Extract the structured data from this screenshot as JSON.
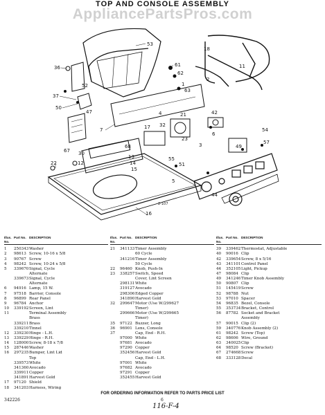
{
  "header": {
    "title": "TOP AND CONSOLE ASSEMBLY",
    "watermark": "AppliancePartsPros.com"
  },
  "diagram": {
    "callouts": [
      {
        "label": "53"
      },
      {
        "label": "36"
      },
      {
        "label": "52"
      },
      {
        "label": "37"
      },
      {
        "label": "50"
      },
      {
        "label": "47"
      },
      {
        "label": "61"
      },
      {
        "label": "62"
      },
      {
        "label": "63"
      },
      {
        "label": "18"
      },
      {
        "label": "11"
      },
      {
        "label": "2"
      },
      {
        "label": "1"
      },
      {
        "label": "7"
      },
      {
        "label": "21"
      },
      {
        "label": "42"
      },
      {
        "label": "17"
      },
      {
        "label": "23"
      },
      {
        "label": "68"
      },
      {
        "label": "67"
      },
      {
        "label": "30"
      },
      {
        "label": "12"
      },
      {
        "label": "13"
      },
      {
        "label": "14"
      },
      {
        "label": "15"
      },
      {
        "label": "22"
      },
      {
        "label": "54"
      },
      {
        "label": "57"
      },
      {
        "label": "49"
      },
      {
        "label": "55"
      },
      {
        "label": "51"
      },
      {
        "label": "44"
      },
      {
        "label": "16"
      },
      {
        "label": "32"
      },
      {
        "label": "4"
      },
      {
        "label": "5"
      },
      {
        "label": "3"
      },
      {
        "label": "6"
      }
    ],
    "fig_code": "2-107"
  },
  "table_headers": {
    "illus_no": "Illus. No.",
    "part_no": "Part No.",
    "description": "DESCRIPTION"
  },
  "parts_columns": [
    [
      [
        "1",
        "250343",
        "Washer"
      ],
      [
        "2",
        "98613",
        "Screw, 10-16 x 5/8"
      ],
      [
        "3",
        "90767",
        "Screw"
      ],
      [
        "4",
        "98242",
        "Screw, 10-24 x 5/8"
      ],
      [
        "5",
        "339670",
        "Signal, Cycle"
      ],
      [
        "",
        "",
        "Alternate"
      ],
      [
        "",
        "339673",
        "Signal, Cycle"
      ],
      [
        "",
        "",
        "Alternate"
      ],
      [
        "6",
        "94916",
        "Lamp, 15 W."
      ],
      [
        "7",
        "97518",
        "Barrier, Console"
      ],
      [
        "8",
        "96899",
        "Rear Panel"
      ],
      [
        "9",
        "96784",
        "Anchor"
      ],
      [
        "10",
        "339192",
        "Screen, Lint"
      ],
      [
        "11",
        "",
        "Terminal Assembly"
      ],
      [
        "",
        "",
        "Brass"
      ],
      [
        "",
        "339211",
        "Brass"
      ],
      [
        "",
        "339210",
        "Tinnel"
      ],
      [
        "12",
        "339230",
        "Hinge - L.H."
      ],
      [
        "13",
        "339229",
        "Hinge - R.H."
      ],
      [
        "14",
        "128000",
        "Screw, 8-18 x 7/8"
      ],
      [
        "15",
        "287446",
        "Washer"
      ],
      [
        "16",
        "297235",
        "Bumper, Lint Lid"
      ],
      [
        "",
        "",
        "Top"
      ],
      [
        "",
        "339573",
        "White"
      ],
      [
        "",
        "341360",
        "Avocado"
      ],
      [
        "",
        "339911",
        "Copper"
      ],
      [
        "",
        "341891",
        "Harvest Gold"
      ],
      [
        "17",
        "97120",
        "Shield"
      ],
      [
        "18",
        "341203",
        "Harness, Wiring"
      ]
    ],
    [
      [
        "21",
        "341133",
        "Timer Assembly"
      ],
      [
        "",
        "",
        "60 Cycle"
      ],
      [
        "",
        "341216",
        "Timer Assembly"
      ],
      [
        "",
        "",
        "50 Cycle"
      ],
      [
        "22",
        "96460",
        "Knob, Push-In"
      ],
      [
        "23",
        "338257",
        "Switch, Speed"
      ],
      [
        "",
        "",
        "Cover, Lint Screen"
      ],
      [
        "",
        "298131",
        "White"
      ],
      [
        "",
        "319127",
        "Avocado"
      ],
      [
        "",
        "298306",
        "Edged Copper"
      ],
      [
        "",
        "341890",
        "Harvest Gold"
      ],
      [
        "32",
        "299647",
        "Motor (Use W/299627"
      ],
      [
        "",
        "",
        "Timer)"
      ],
      [
        "",
        "299666",
        "Motor (Use W/299665"
      ],
      [
        "",
        "",
        "Timer)"
      ],
      [
        "35",
        "97122",
        "Buzzer, Long"
      ],
      [
        "36",
        "96901",
        "Lens, Console"
      ],
      [
        "37",
        "",
        "Cap, End - R.H."
      ],
      [
        "",
        "97000",
        "White"
      ],
      [
        "",
        "97681",
        "Avocado"
      ],
      [
        "",
        "97290",
        "Copper"
      ],
      [
        "",
        "352456",
        "Harvest Gold"
      ],
      [
        "",
        "",
        "Cap, End - L.H."
      ],
      [
        "",
        "97001",
        "White"
      ],
      [
        "",
        "97682",
        "Avocado"
      ],
      [
        "",
        "97291",
        "Copper"
      ],
      [
        "",
        "352455",
        "Harvest Gold"
      ]
    ],
    [
      [
        "39",
        "339462",
        "Thermostat, Adjustable"
      ],
      [
        "40",
        "90016",
        "Clip"
      ],
      [
        "42",
        "339654",
        "Screw, 8 x 5/16"
      ],
      [
        "43",
        "341101",
        "Control Panel"
      ],
      [
        "44",
        "352105",
        "Light, Pickup"
      ],
      [
        "47",
        "98084",
        "Clip"
      ],
      [
        "49",
        "341246",
        "Timer Knob Assembly"
      ],
      [
        "50",
        "90807",
        "Clip"
      ],
      [
        "51",
        "145419",
        "Screw"
      ],
      [
        "52",
        "98788",
        "Nut"
      ],
      [
        "53",
        "97010",
        "Spacer"
      ],
      [
        "54",
        "96835",
        "Bezel, Console"
      ],
      [
        "55",
        "353734",
        "Bracket, Control"
      ],
      [
        "56",
        "87782",
        "Socket and Bracket"
      ],
      [
        "",
        "",
        "Assembly"
      ],
      [
        "57",
        "90015",
        "Clip (2)"
      ],
      [
        "59",
        "340776",
        "Knob Assembly (2)"
      ],
      [
        "61",
        "98242",
        "Screw (Top)"
      ],
      [
        "62",
        "98606",
        "Wire, Ground"
      ],
      [
        "63",
        "340025",
        "Clip"
      ],
      [
        "64",
        "98520",
        "Screw (Bracket)"
      ],
      [
        "67",
        "274668",
        "Screw"
      ],
      [
        "68",
        "333128",
        "Decal"
      ]
    ]
  ],
  "footer": {
    "note": "FOR ORDERING INFORMATION REFER TO PARTS PRICE LIST",
    "doc_number": "342226",
    "page": "6",
    "handwritten": "116-F-4"
  }
}
